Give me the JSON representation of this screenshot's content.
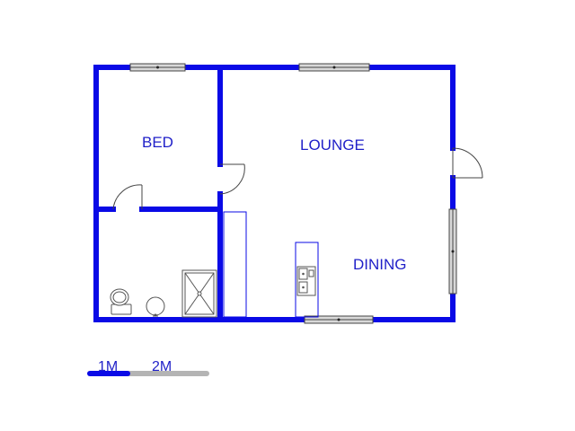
{
  "rooms": {
    "bed": "BED",
    "lounge": "LOUNGE",
    "dining": "DINING"
  },
  "scale": {
    "label_1": "1M",
    "label_2": "2M"
  },
  "colors": {
    "wall": "#0a0ae6",
    "label": "#1f1fc8",
    "window_frame": "#444444",
    "window_fill": "#d8d8d8",
    "fixture": "#555555",
    "scale_bar_active": "#0a0ae6",
    "scale_bar_inactive": "#b4b4b4"
  },
  "icons": [
    "door-swing",
    "window",
    "kitchen-sink",
    "shower-tray",
    "toilet",
    "basin"
  ]
}
